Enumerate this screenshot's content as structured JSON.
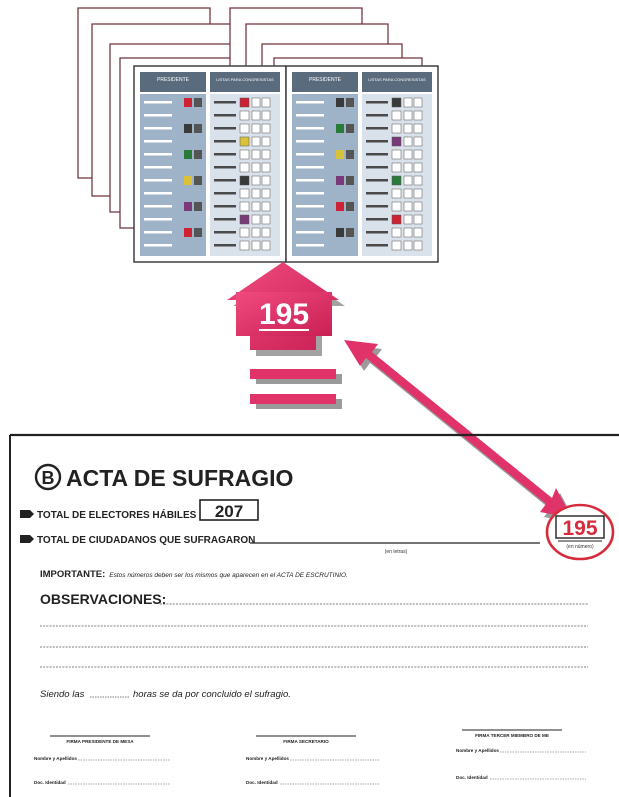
{
  "illustration": {
    "ballot_stack_icon": "ballot-stack-icon",
    "ballot_headers": [
      "PRESIDENTE",
      "LISTAS PARA CONGRESISTAS"
    ],
    "arrow_count": "195",
    "equals_icon": "equals-icon",
    "connector_icon": "double-arrow-icon"
  },
  "acta": {
    "section_badge": "B",
    "title": "ACTA DE SUFRAGIO",
    "electores_label": "TOTAL DE ELECTORES HÁBILES",
    "electores_value": "207",
    "ciudadanos_label": "TOTAL DE CIUDADANOS QUE SUFRAGARON",
    "ciudadanos_value": "195",
    "en_letras": "(en letras)",
    "en_numeros": "(en número)",
    "importante_label": "IMPORTANTE:",
    "importante_text": "Estos números deben ser los mismos que aparecen en el ACTA DE ESCRUTINIO.",
    "observaciones_label": "OBSERVACIONES:",
    "siendo_prefix": "Siendo las",
    "siendo_suffix": "horas se da por concluido el sufragio.",
    "signatures": [
      {
        "title": "FIRMA PRESIDENTE DE MESA",
        "name": "Nombre y Apellidos",
        "doc": "Doc. Identidad"
      },
      {
        "title": "FIRMA SECRETARIO",
        "name": "Nombre y Apellidos",
        "doc": "Doc. Identidad"
      },
      {
        "title": "FIRMA TERCER MIEMBRO DE ME",
        "name": "Nombre y Apellidos",
        "doc": "Doc. Identidad"
      }
    ]
  },
  "colors": {
    "accent": "#e0336a",
    "accent_dark": "#b31e4d",
    "circle": "#d62b3a",
    "ink": "#222222",
    "ballot_header": "#5a6b7e"
  }
}
